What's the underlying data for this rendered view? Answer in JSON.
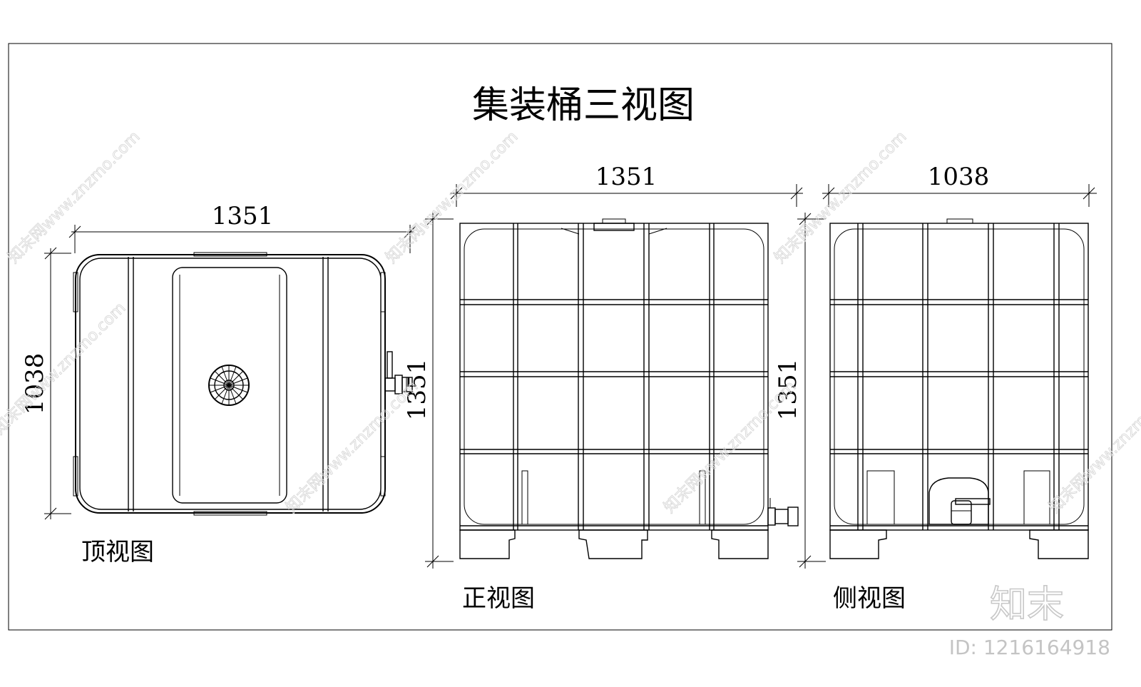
{
  "title": "集装桶三视图",
  "views": {
    "top": {
      "label": "顶视图",
      "width_dim": "1351",
      "depth_dim": "1038"
    },
    "front": {
      "label": "正视图",
      "width_dim": "1351",
      "height_dim": "1351"
    },
    "side": {
      "label": "侧视图",
      "width_dim": "1038",
      "height_dim": "1351"
    }
  },
  "watermark": {
    "text": "知末网www.znzmo.com",
    "logo": "知末",
    "id": "ID: 1216164918"
  },
  "colors": {
    "line": "#000000",
    "watermark": "#d0d0d0",
    "background": "#ffffff"
  }
}
